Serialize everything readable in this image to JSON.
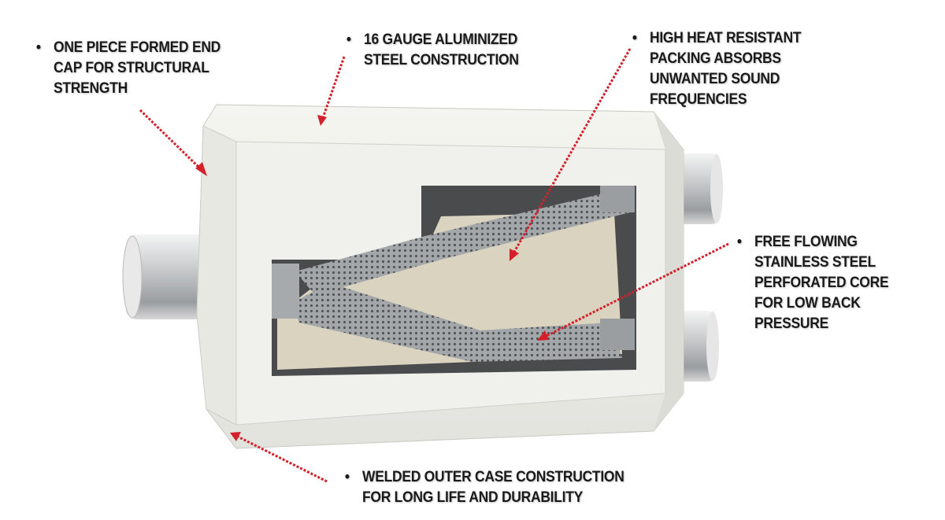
{
  "colors": {
    "arrow": "#d4202a",
    "text": "#1a1a1a",
    "body": "#eeeeea",
    "packing": "#d9d3c0",
    "steel": "#8a8d90"
  },
  "callouts": [
    {
      "id": "end-cap",
      "bullet": "•",
      "lines": [
        "ONE PIECE FORMED END",
        "CAP FOR STRUCTURAL",
        "STRENGTH"
      ]
    },
    {
      "id": "aluminized-steel",
      "bullet": "•",
      "lines": [
        "16 GAUGE ALUMINIZED",
        "STEEL CONSTRUCTION"
      ]
    },
    {
      "id": "packing",
      "bullet": "•",
      "lines": [
        "HIGH HEAT RESISTANT",
        "PACKING ABSORBS",
        "UNWANTED SOUND",
        "FREQUENCIES"
      ]
    },
    {
      "id": "perforated-core",
      "bullet": "•",
      "lines": [
        "FREE FLOWING",
        "STAINLESS STEEL",
        "PERFORATED CORE",
        "FOR LOW BACK",
        "PRESSURE"
      ]
    },
    {
      "id": "welded-case",
      "bullet": "•",
      "lines": [
        "WELDED OUTER CASE CONSTRUCTION",
        "FOR LONG LIFE AND DURABILITY"
      ]
    }
  ]
}
